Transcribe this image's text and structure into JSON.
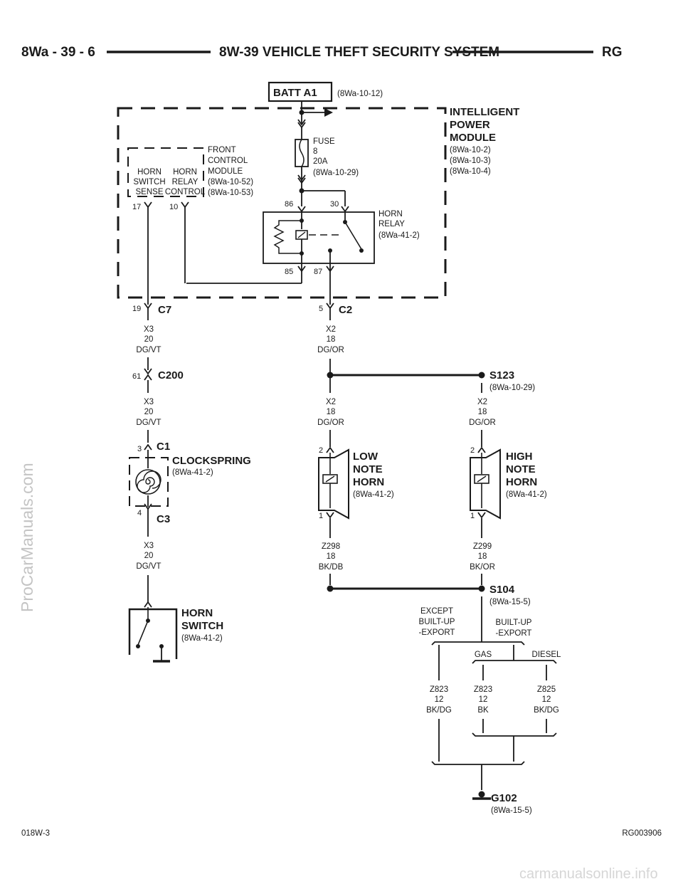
{
  "header": {
    "left": "8Wa - 39 - 6",
    "title": "8W-39 VEHICLE THEFT SECURITY SYSTEM",
    "right": "RG"
  },
  "footer": {
    "left": "018W-3",
    "right": "RG003906"
  },
  "watermarks": {
    "left": "ProCarManuals.com",
    "bottom": "carmanualsonline.info"
  },
  "batt": {
    "label": "BATT A1",
    "ref": "(8Wa-10-12)"
  },
  "ipm": {
    "line1": "INTELLIGENT",
    "line2": "POWER",
    "line3": "MODULE",
    "ref1": "(8Wa-10-2)",
    "ref2": "(8Wa-10-3)",
    "ref3": "(8Wa-10-4)"
  },
  "fuse": {
    "line1": "FUSE",
    "line2": "8",
    "line3": "20A",
    "ref": "(8Wa-10-29)"
  },
  "fcm": {
    "line1": "FRONT",
    "line2": "CONTROL",
    "line3": "MODULE",
    "ref1": "(8Wa-10-52)",
    "ref2": "(8Wa-10-53)",
    "sense1": "HORN",
    "sense2": "SWITCH",
    "sense3": "SENSE",
    "ctrl1": "HORN",
    "ctrl2": "RELAY",
    "ctrl3": "CONTROL",
    "pin_sense": "17",
    "pin_ctrl": "10"
  },
  "relay": {
    "line1": "HORN",
    "line2": "RELAY",
    "ref": "(8Wa-41-2)",
    "pin86": "86",
    "pin30": "30",
    "pin85": "85",
    "pin87": "87"
  },
  "connectors": {
    "c7": "C7",
    "c7_pin": "19",
    "c2": "C2",
    "c2_pin": "5",
    "c200": "C200",
    "c200_pin": "61",
    "c1": "C1",
    "c1_pin": "3",
    "c3": "C3",
    "c3_pin": "4"
  },
  "wires": {
    "x3": {
      "circuit": "X3",
      "gauge": "20",
      "color": "DG/VT"
    },
    "x2": {
      "circuit": "X2",
      "gauge": "18",
      "color": "DG/OR"
    },
    "z298": {
      "circuit": "Z298",
      "gauge": "18",
      "color": "BK/DB"
    },
    "z299": {
      "circuit": "Z299",
      "gauge": "18",
      "color": "BK/OR"
    },
    "z823a": {
      "circuit": "Z823",
      "gauge": "12",
      "color": "BK/DG"
    },
    "z823b": {
      "circuit": "Z823",
      "gauge": "12",
      "color": "BK"
    },
    "z825": {
      "circuit": "Z825",
      "gauge": "12",
      "color": "BK/DG"
    }
  },
  "clockspring": {
    "label": "CLOCKSPRING",
    "ref": "(8Wa-41-2)"
  },
  "low_horn": {
    "line1": "LOW",
    "line2": "NOTE",
    "line3": "HORN",
    "ref": "(8Wa-41-2)",
    "pin_top": "2",
    "pin_bot": "1"
  },
  "high_horn": {
    "line1": "HIGH",
    "line2": "NOTE",
    "line3": "HORN",
    "ref": "(8Wa-41-2)",
    "pin_top": "2",
    "pin_bot": "1"
  },
  "horn_switch": {
    "line1": "HORN",
    "line2": "SWITCH",
    "ref": "(8Wa-41-2)"
  },
  "splices": {
    "s123": "S123",
    "s123_ref": "(8Wa-10-29)",
    "s104": "S104",
    "s104_ref": "(8Wa-15-5)"
  },
  "ground": {
    "label": "G102",
    "ref": "(8Wa-15-5)"
  },
  "options": {
    "except1": "EXCEPT",
    "except2": "BUILT-UP",
    "except3": "-EXPORT",
    "builtup1": "BUILT-UP",
    "builtup2": "-EXPORT",
    "gas": "GAS",
    "diesel": "DIESEL"
  },
  "colors": {
    "ink": "#1a1a1a",
    "watermark": "#c4c4c4"
  }
}
